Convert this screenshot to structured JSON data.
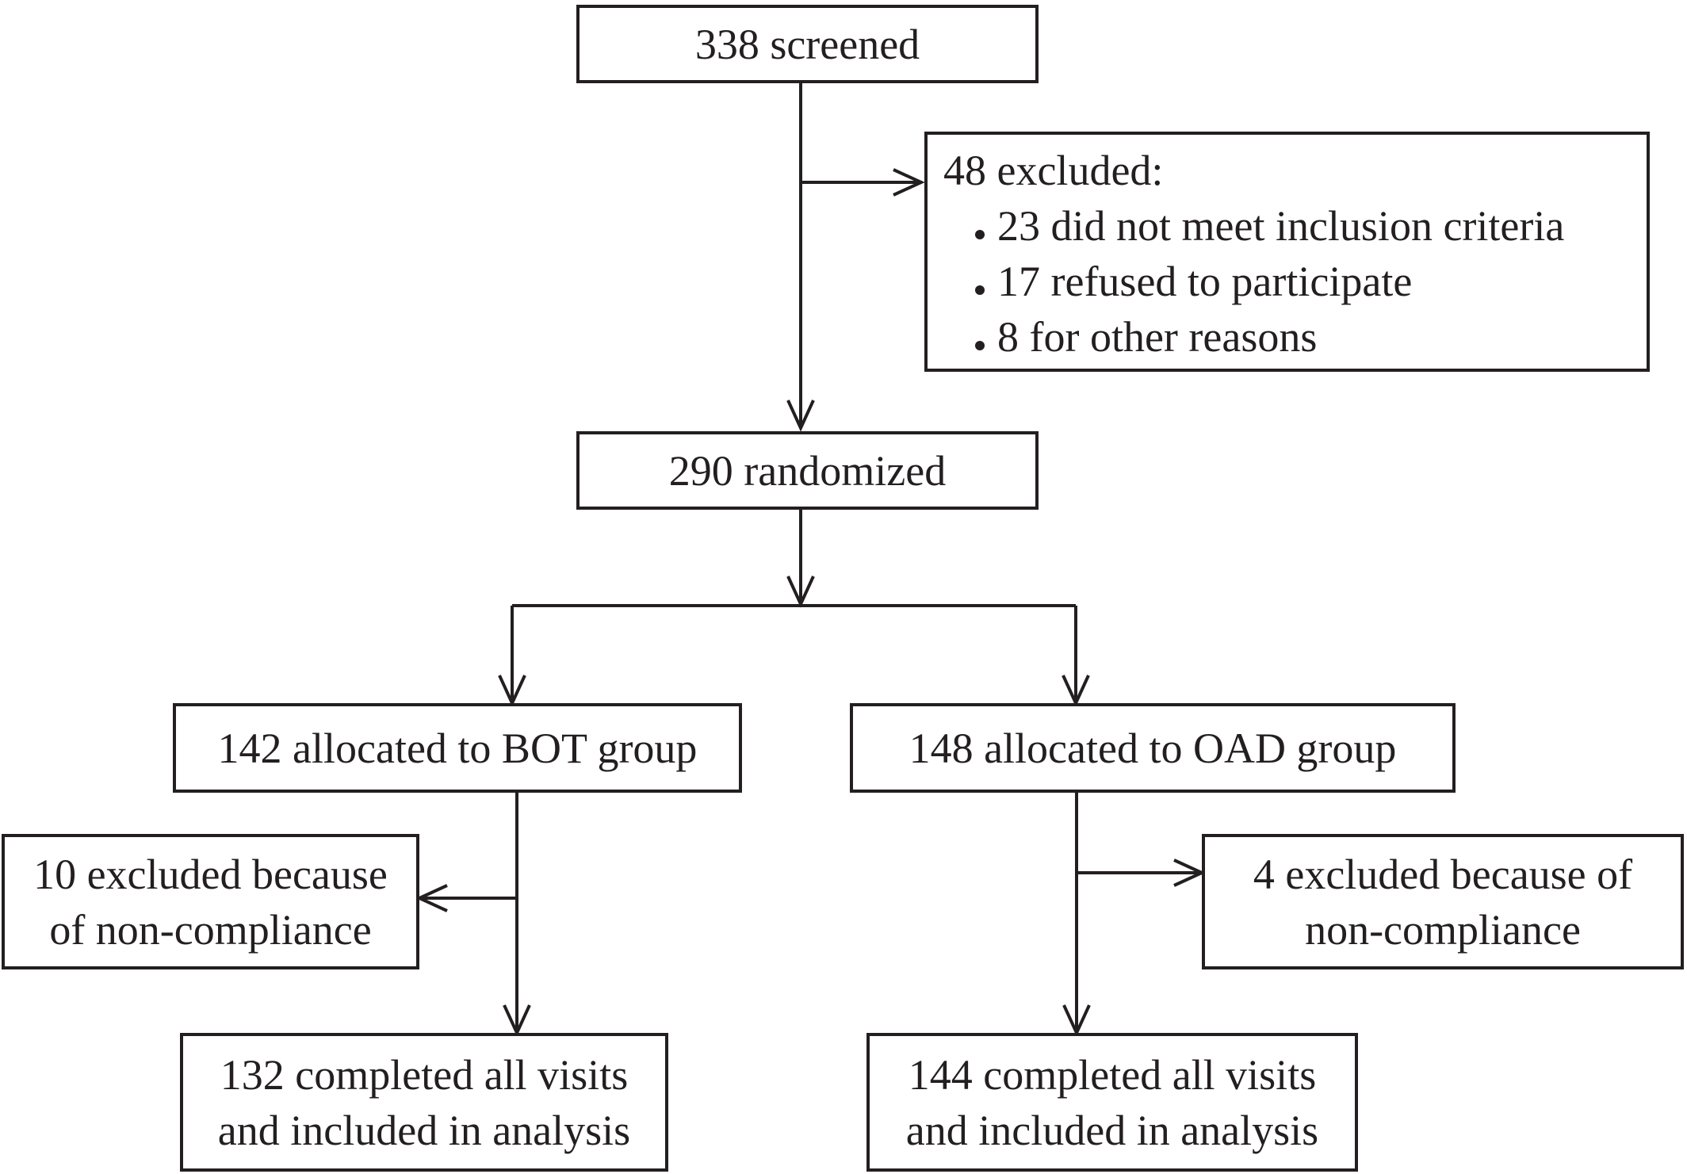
{
  "screened": {
    "text": "338 screened"
  },
  "excluded_screening": {
    "heading": "48 excluded:",
    "reasons": [
      "23 did not meet inclusion criteria",
      "17 refused to participate",
      "8 for other reasons"
    ]
  },
  "randomized": {
    "text": "290 randomized"
  },
  "groups": {
    "bot": {
      "allocated": "142 allocated to BOT group",
      "excluded_lines": [
        "10 excluded because",
        "of non-compliance"
      ],
      "completed_lines": [
        "132 completed all visits",
        "and included in analysis"
      ]
    },
    "oad": {
      "allocated": "148 allocated to OAD group",
      "excluded_lines": [
        "4 excluded because of",
        "non-compliance"
      ],
      "completed_lines": [
        "144 completed all visits",
        "and included in analysis"
      ]
    }
  },
  "colors": {
    "stroke": "#231f20",
    "background": "#ffffff"
  }
}
